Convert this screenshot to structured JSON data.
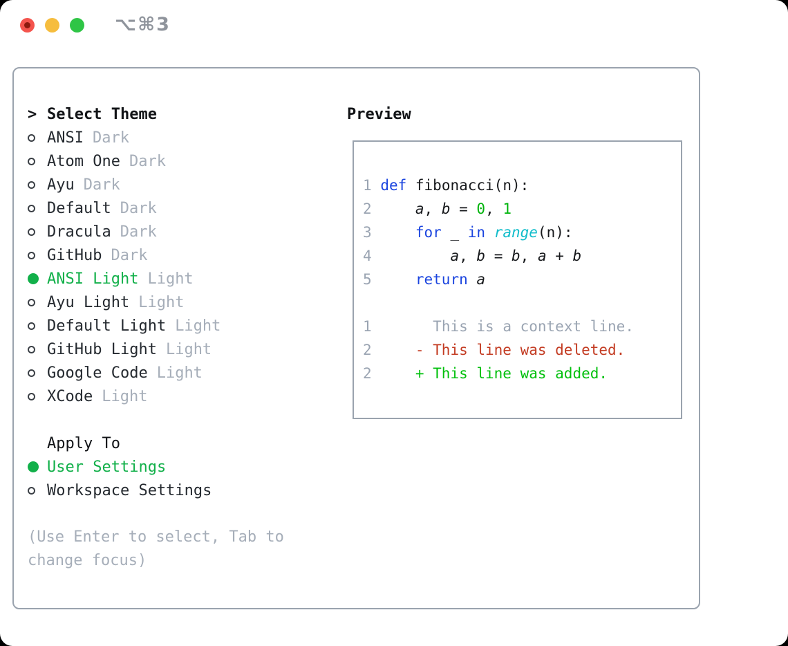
{
  "window": {
    "shortcut_label": "⌥⌘3",
    "controls": [
      "close",
      "minimize",
      "zoom"
    ]
  },
  "colors": {
    "selected_green": "#12b04a",
    "keyword_blue": "#1b45df",
    "number_green": "#00b40c",
    "function_cyan": "#10bcca",
    "deleted_red": "#c33b22",
    "added_green": "#00c00c",
    "muted_gray": "#a6aeb9",
    "panel_border": "#9aa3ae"
  },
  "theme_selector": {
    "prompt": ">",
    "title": "Select Theme",
    "items": [
      {
        "name": "ANSI",
        "variant": "Dark",
        "selected": false
      },
      {
        "name": "Atom One",
        "variant": "Dark",
        "selected": false
      },
      {
        "name": "Ayu",
        "variant": "Dark",
        "selected": false
      },
      {
        "name": "Default",
        "variant": "Dark",
        "selected": false
      },
      {
        "name": "Dracula",
        "variant": "Dark",
        "selected": false
      },
      {
        "name": "GitHub",
        "variant": "Dark",
        "selected": false
      },
      {
        "name": "ANSI Light",
        "variant": "Light",
        "selected": true
      },
      {
        "name": "Ayu Light",
        "variant": "Light",
        "selected": false
      },
      {
        "name": "Default Light",
        "variant": "Light",
        "selected": false
      },
      {
        "name": "GitHub Light",
        "variant": "Light",
        "selected": false
      },
      {
        "name": "Google Code",
        "variant": "Light",
        "selected": false
      },
      {
        "name": "XCode",
        "variant": "Light",
        "selected": false
      }
    ],
    "apply_to": {
      "title": "Apply To",
      "options": [
        {
          "label": "User Settings",
          "selected": true
        },
        {
          "label": "Workspace Settings",
          "selected": false
        }
      ]
    },
    "help_lines": [
      "(Use Enter to select, Tab to",
      "change focus)"
    ]
  },
  "preview": {
    "title": "Preview",
    "code_lines": [
      [
        {
          "t": "1",
          "c": "ln"
        },
        {
          "t": " ",
          "c": "pl"
        },
        {
          "t": "def",
          "c": "kw"
        },
        {
          "t": " fibonacci(n):",
          "c": "pl"
        }
      ],
      [
        {
          "t": "2",
          "c": "ln"
        },
        {
          "t": "     ",
          "c": "pl"
        },
        {
          "t": "a",
          "c": "va"
        },
        {
          "t": ", ",
          "c": "pl"
        },
        {
          "t": "b",
          "c": "va"
        },
        {
          "t": " = ",
          "c": "pl"
        },
        {
          "t": "0",
          "c": "nu"
        },
        {
          "t": ", ",
          "c": "pl"
        },
        {
          "t": "1",
          "c": "nu"
        }
      ],
      [
        {
          "t": "3",
          "c": "ln"
        },
        {
          "t": "     ",
          "c": "pl"
        },
        {
          "t": "for",
          "c": "kw"
        },
        {
          "t": " _ ",
          "c": "pl"
        },
        {
          "t": "in",
          "c": "kw"
        },
        {
          "t": " ",
          "c": "pl"
        },
        {
          "t": "range",
          "c": "fn"
        },
        {
          "t": "(n):",
          "c": "pl"
        }
      ],
      [
        {
          "t": "4",
          "c": "ln"
        },
        {
          "t": "         ",
          "c": "pl"
        },
        {
          "t": "a",
          "c": "va"
        },
        {
          "t": ", ",
          "c": "pl"
        },
        {
          "t": "b",
          "c": "va"
        },
        {
          "t": " = ",
          "c": "pl"
        },
        {
          "t": "b",
          "c": "va"
        },
        {
          "t": ", ",
          "c": "pl"
        },
        {
          "t": "a",
          "c": "va"
        },
        {
          "t": " + ",
          "c": "pl"
        },
        {
          "t": "b",
          "c": "va"
        }
      ],
      [
        {
          "t": "5",
          "c": "ln"
        },
        {
          "t": "     ",
          "c": "pl"
        },
        {
          "t": "return",
          "c": "kw"
        },
        {
          "t": " ",
          "c": "pl"
        },
        {
          "t": "a",
          "c": "va"
        }
      ]
    ],
    "diff_lines": [
      [
        {
          "t": "1",
          "c": "ln"
        },
        {
          "t": "       ",
          "c": "pl"
        },
        {
          "t": "This is a context line.",
          "c": "ctx"
        }
      ],
      [
        {
          "t": "2",
          "c": "ln"
        },
        {
          "t": "     ",
          "c": "pl"
        },
        {
          "t": "- This line was deleted.",
          "c": "del"
        }
      ],
      [
        {
          "t": "2",
          "c": "ln"
        },
        {
          "t": "     ",
          "c": "pl"
        },
        {
          "t": "+ This line was added.",
          "c": "add"
        }
      ]
    ]
  }
}
